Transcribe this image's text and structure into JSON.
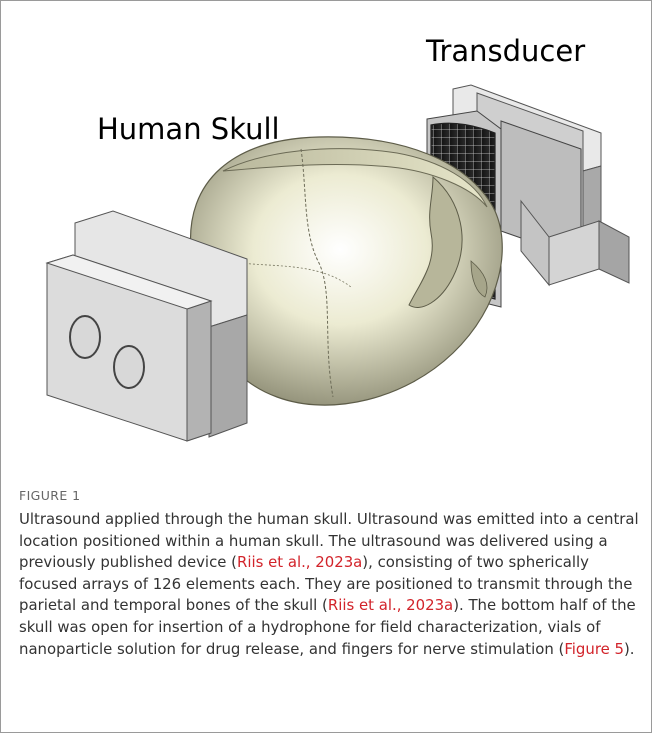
{
  "figure": {
    "labels": {
      "skull": "Human Skull",
      "transducer": "Transducer"
    },
    "number": "FIGURE 1",
    "caption": {
      "text_1": "Ultrasound applied through the human skull. Ultrasound was emitted into a central location positioned within a human skull. The ultrasound was delivered using a previously published device (",
      "cite_1": "Riis et al., 2023a",
      "text_2": "), consisting of two spherically focused arrays of 126 elements each. They are positioned to transmit through the parietal and temporal bones of the skull (",
      "cite_2": "Riis et al., 2023a",
      "text_3": "). The bottom half of the skull was open for insertion of a hydrophone for field characterization, vials of nanoparticle solution for drug release, and fingers for nerve stimulation (",
      "cite_3": "Figure 5",
      "text_4": ")."
    }
  },
  "colors": {
    "caption_text": "#333333",
    "citation_link": "#d2232a",
    "skull_fill": "#ecebd2",
    "device_fill": "#c9c9c9"
  }
}
